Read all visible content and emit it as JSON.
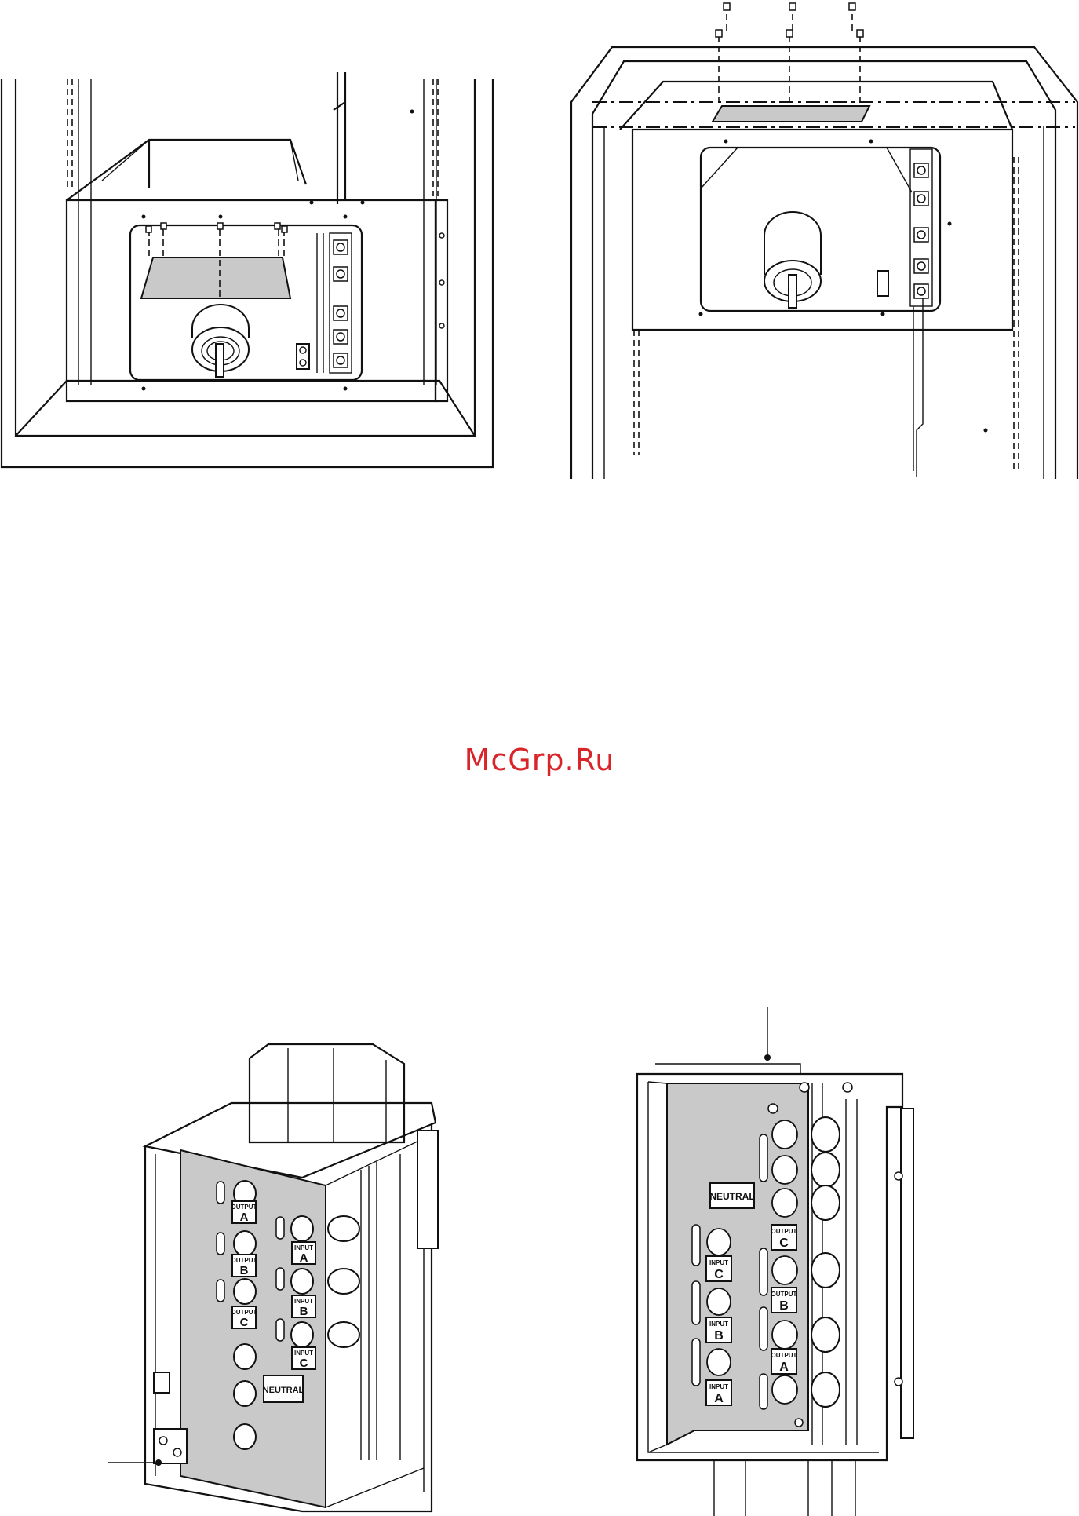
{
  "watermark": {
    "text": "McGrp.Ru",
    "color": "#d9252a"
  },
  "figures": [
    {
      "id": "top-left",
      "content": "transformer box in cabinet, cover plate with screws"
    },
    {
      "id": "top-right",
      "content": "transformer box mounted at cabinet top, cover plate raised"
    },
    {
      "id": "bottom-left",
      "content": "terminal block isometric view"
    },
    {
      "id": "bottom-right",
      "content": "terminal block front view"
    }
  ],
  "terminal_labels_left": {
    "output_a": [
      "OUTPUT",
      "A"
    ],
    "output_b": [
      "OUTPUT",
      "B"
    ],
    "output_c": [
      "OUTPUT",
      "C"
    ],
    "input_a": [
      "INPUT",
      "A"
    ],
    "input_b": [
      "INPUT",
      "B"
    ],
    "input_c": [
      "INPUT",
      "C"
    ],
    "neutral": "NEUTRAL"
  },
  "terminal_labels_right": {
    "neutral": "NEUTRAL",
    "output_c": [
      "OUTPUT",
      "C"
    ],
    "input_c": [
      "INPUT",
      "C"
    ],
    "output_b": [
      "OUTPUT",
      "B"
    ],
    "input_b": [
      "INPUT",
      "B"
    ],
    "output_a": [
      "OUTPUT",
      "A"
    ],
    "input_a": [
      "INPUT",
      "A"
    ]
  }
}
